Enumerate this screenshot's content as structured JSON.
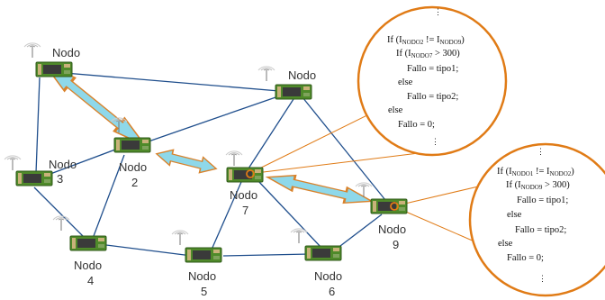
{
  "colors": {
    "link": "#1f4e8c",
    "arrow_fill": "#8ed8ea",
    "arrow_stroke": "#d9822b",
    "callout": "#e07b16",
    "board": "#4f8a2a",
    "board_dark": "#2f5a18",
    "chip": "#3a3a3a"
  },
  "nodes": [
    {
      "id": "n1",
      "label": "Nodo"
    },
    {
      "id": "n2",
      "label": "Nodo",
      "num": "2"
    },
    {
      "id": "n3",
      "label": "Nodo",
      "num": "3"
    },
    {
      "id": "n4",
      "label": "Nodo",
      "num": "4"
    },
    {
      "id": "n5",
      "label": "Nodo",
      "num": "5"
    },
    {
      "id": "n6",
      "label": "Nodo",
      "num": "6"
    },
    {
      "id": "n7",
      "label": "Nodo",
      "num": "7"
    },
    {
      "id": "n8",
      "label": "Nodo"
    },
    {
      "id": "n9",
      "label": "Nodo",
      "num": "9"
    }
  ],
  "callout_top": {
    "dots_top": "⋮",
    "line1": {
      "pre": "If (I",
      "s1": "NODO2",
      "mid": " != I",
      "s2": "NODO9",
      "post": ")"
    },
    "line2": {
      "pre": "If (I",
      "s1": "NODO7",
      "post": " > 300)"
    },
    "line3": "Fallo = tipo1;",
    "line4": "else",
    "line5": "Fallo = tipo2;",
    "line6": "else",
    "line7": "Fallo = 0;",
    "dots_bottom": "⋮"
  },
  "callout_right": {
    "dots_top": "⋮",
    "line1": {
      "pre": "If (I",
      "s1": "NODO1",
      "mid": " != I",
      "s2": "NODO2",
      "post": ")"
    },
    "line2": {
      "pre": "If (I",
      "s1": "NODO9",
      "post": " > 300)"
    },
    "line3": "Fallo = tipo1;",
    "line4": "else",
    "line5": "Fallo = tipo2;",
    "line6": "else",
    "line7": "Fallo = 0;",
    "dots_bottom": "⋮"
  }
}
